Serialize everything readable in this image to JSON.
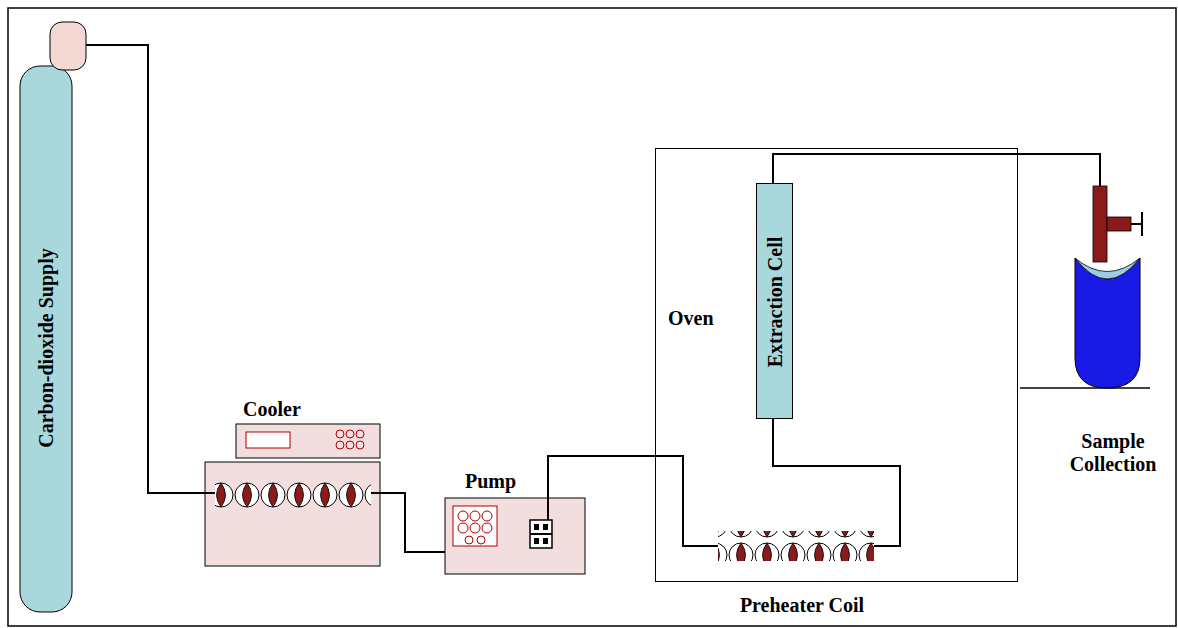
{
  "diagram": {
    "nodes": [
      {
        "text": [
          "Carbon-dioxide Supply"
        ]
      },
      {
        "text": [
          "Cooler"
        ]
      },
      {
        "text": [
          "Pump"
        ]
      },
      {
        "text": [
          "Oven"
        ]
      },
      {
        "text": [
          "Preheater Coil"
        ]
      },
      {
        "text": [
          "Extraction Cell"
        ],
        "in": 3
      },
      {
        "text": [
          "Sample Collection"
        ]
      }
    ],
    "edges": [
      {
        "from": 0,
        "to": 1,
        "arrow": "none"
      },
      {
        "from": 1,
        "to": 2,
        "arrow": "none"
      },
      {
        "from": 2,
        "to": 4,
        "arrow": "none"
      },
      {
        "from": 4,
        "to": 5,
        "arrow": "none"
      },
      {
        "from": 5,
        "to": 6,
        "arrow": "none"
      }
    ]
  }
}
